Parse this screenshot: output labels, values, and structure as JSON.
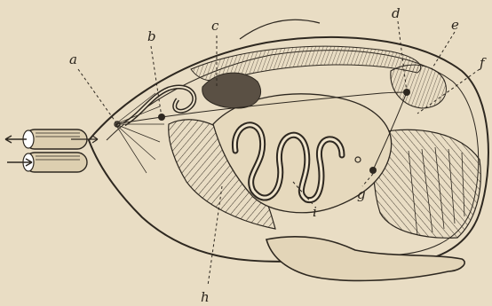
{
  "labels": {
    "a": "a",
    "b": "b",
    "c": "c",
    "d": "d",
    "e": "e",
    "f": "f",
    "g": "g",
    "h": "h",
    "i": "i"
  }
}
